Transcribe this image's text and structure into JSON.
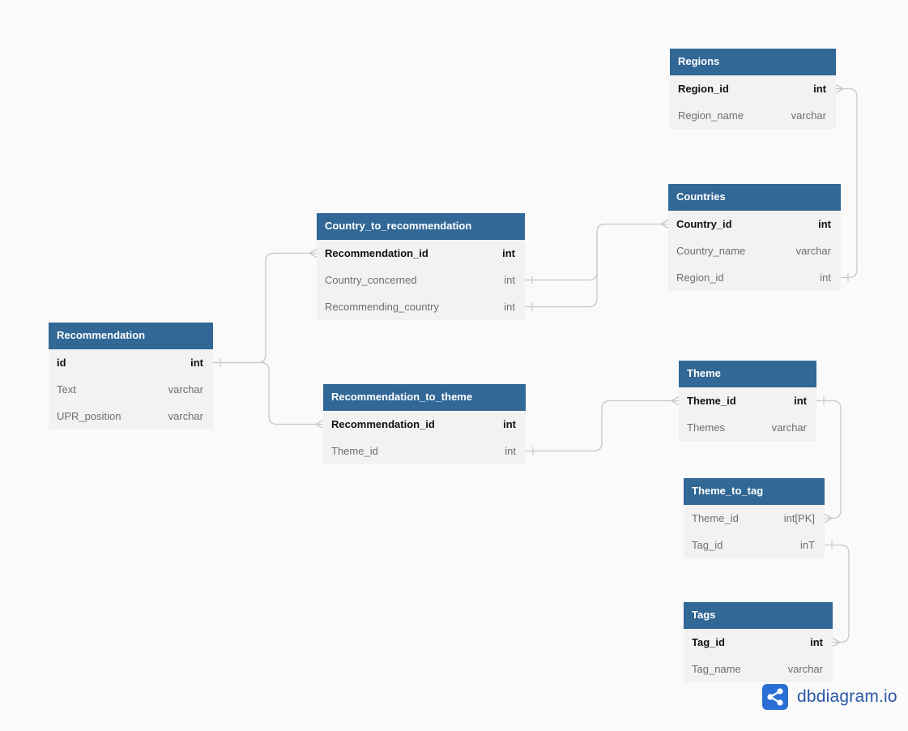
{
  "tables": [
    {
      "id": "regions",
      "name": "Regions",
      "fields": [
        {
          "name": "Region_id",
          "type": "int",
          "pk": true
        },
        {
          "name": "Region_name",
          "type": "varchar",
          "pk": false
        }
      ]
    },
    {
      "id": "countries",
      "name": "Countries",
      "fields": [
        {
          "name": "Country_id",
          "type": "int",
          "pk": true
        },
        {
          "name": "Country_name",
          "type": "varchar",
          "pk": false
        },
        {
          "name": "Region_id",
          "type": "int",
          "pk": false
        }
      ]
    },
    {
      "id": "country-to-recommendation",
      "name": "Country_to_recommendation",
      "fields": [
        {
          "name": "Recommendation_id",
          "type": "int",
          "pk": true
        },
        {
          "name": "Country_concerned",
          "type": "int",
          "pk": false
        },
        {
          "name": "Recommending_country",
          "type": "int",
          "pk": false
        }
      ]
    },
    {
      "id": "recommendation",
      "name": "Recommendation",
      "fields": [
        {
          "name": "id",
          "type": "int",
          "pk": true
        },
        {
          "name": "Text",
          "type": "varchar",
          "pk": false
        },
        {
          "name": "UPR_position",
          "type": "varchar",
          "pk": false
        }
      ]
    },
    {
      "id": "recommendation-to-theme",
      "name": "Recommendation_to_theme",
      "fields": [
        {
          "name": "Recommendation_id",
          "type": "int",
          "pk": true
        },
        {
          "name": "Theme_id",
          "type": "int",
          "pk": false
        }
      ]
    },
    {
      "id": "theme",
      "name": "Theme",
      "fields": [
        {
          "name": "Theme_id",
          "type": "int",
          "pk": true
        },
        {
          "name": "Themes",
          "type": "varchar",
          "pk": false
        }
      ]
    },
    {
      "id": "theme-to-tag",
      "name": "Theme_to_tag",
      "fields": [
        {
          "name": "Theme_id",
          "type": "int[PK]",
          "pk": false
        },
        {
          "name": "Tag_id",
          "type": "inT",
          "pk": false
        }
      ]
    },
    {
      "id": "tags",
      "name": "Tags",
      "fields": [
        {
          "name": "Tag_id",
          "type": "int",
          "pk": true
        },
        {
          "name": "Tag_name",
          "type": "varchar",
          "pk": false
        }
      ]
    }
  ],
  "relationships": [
    {
      "from": "recommendation.id",
      "to": "country-to-recommendation.Recommendation_id"
    },
    {
      "from": "recommendation.id",
      "to": "recommendation-to-theme.Recommendation_id"
    },
    {
      "from": "country-to-recommendation.Country_concerned",
      "to": "countries.Country_id"
    },
    {
      "from": "country-to-recommendation.Recommending_country",
      "to": "countries.Country_id"
    },
    {
      "from": "countries.Region_id",
      "to": "regions.Region_id"
    },
    {
      "from": "recommendation-to-theme.Theme_id",
      "to": "theme.Theme_id"
    },
    {
      "from": "theme-to-tag.Theme_id",
      "to": "theme.Theme_id"
    },
    {
      "from": "theme-to-tag.Tag_id",
      "to": "tags.Tag_id"
    }
  ],
  "branding": {
    "text": "dbdiagram.io",
    "icon": "share-nodes-icon"
  },
  "colors": {
    "header": "#316896",
    "row_bg": "#f2f2f2",
    "line": "#c8c8c8",
    "brand": "#2b58a6"
  }
}
